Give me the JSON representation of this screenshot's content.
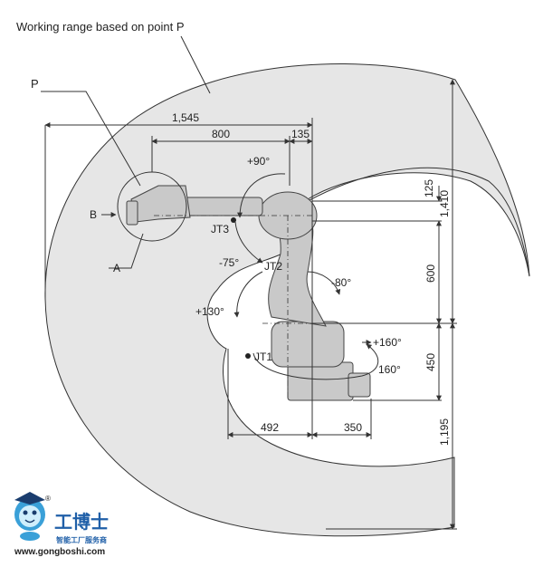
{
  "diagram": {
    "title": "Working range based on point P",
    "point_label": "P",
    "labels": {
      "A": "A",
      "B": "B"
    },
    "joints": {
      "jt1": "JT1",
      "jt2": "JT2",
      "jt3": "JT3"
    },
    "angles": {
      "jt3_up": "+90°",
      "jt3_down": "-75°",
      "jt2_back": "-80°",
      "jt2_front": "+130°",
      "jt1_pos": "+160°",
      "jt1_neg": "160°"
    },
    "dimensions": {
      "reach": "1,545",
      "arm": "800",
      "offset": "135",
      "d125": "125",
      "d1410": "1,410",
      "d600": "600",
      "d450": "450",
      "d1195": "1,195",
      "d492": "492",
      "d350": "350"
    }
  },
  "logo": {
    "brand_cn": "工博士",
    "tagline_cn": "智能工厂服务商",
    "url": "www.gongboshi.com",
    "registered": "®"
  },
  "colors": {
    "range_fill": "#e6e6e6",
    "robot_fill": "#c9c9c9",
    "line": "#333333",
    "logo_blue": "#1f5fa8"
  }
}
